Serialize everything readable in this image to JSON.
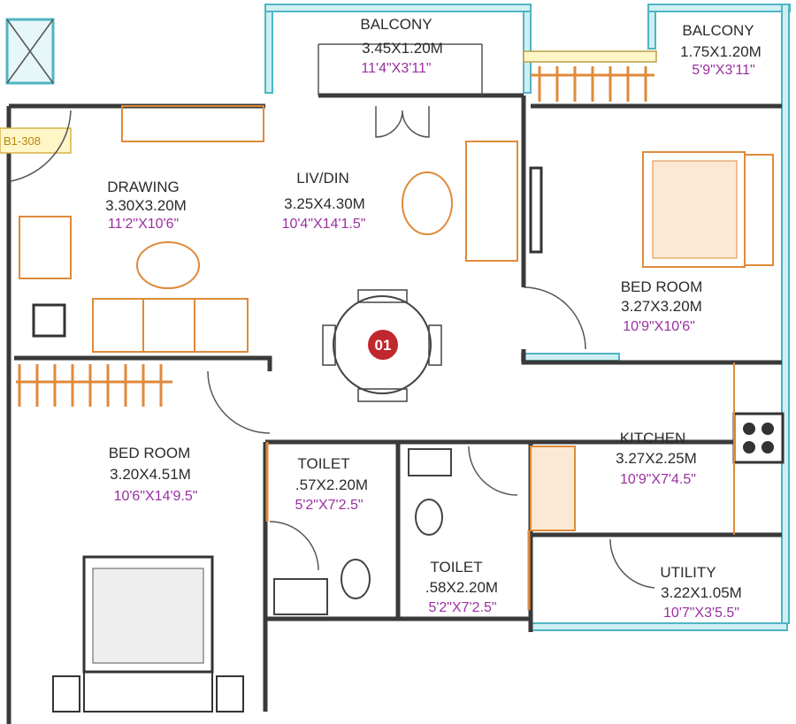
{
  "plan": {
    "unit_tag": "B1-308",
    "unit_number": "01",
    "rooms": [
      {
        "key": "balcony1",
        "name": "BALCONY",
        "metric": "3.45X1.20M",
        "imperial": "11'4\"X3'11\""
      },
      {
        "key": "balcony2",
        "name": "BALCONY",
        "metric": "1.75X1.20M",
        "imperial": "5'9\"X3'11\""
      },
      {
        "key": "drawing",
        "name": "DRAWING",
        "metric": "3.30X3.20M",
        "imperial": "11'2\"X10'6\""
      },
      {
        "key": "livdin",
        "name": "LIV/DIN",
        "metric": "3.25X4.30M",
        "imperial": "10'4\"X14'1.5\""
      },
      {
        "key": "bed1",
        "name": "BED ROOM",
        "metric": "3.27X3.20M",
        "imperial": "10'9\"X10'6\""
      },
      {
        "key": "bed2",
        "name": "BED ROOM",
        "metric": "3.20X4.51M",
        "imperial": "10'6\"X14'9.5\""
      },
      {
        "key": "toilet1",
        "name": "TOILET",
        "metric": ".57X2.20M",
        "imperial": "5'2\"X7'2.5\""
      },
      {
        "key": "toilet2",
        "name": "TOILET",
        "metric": ".58X2.20M",
        "imperial": "5'2\"X7'2.5\""
      },
      {
        "key": "kitchen",
        "name": "KITCHEN",
        "metric": "3.27X2.25M",
        "imperial": "10'9\"X7'4.5\""
      },
      {
        "key": "utility",
        "name": "UTILITY",
        "metric": "3.22X1.05M",
        "imperial": "10'7\"X3'5.5\""
      }
    ]
  },
  "colors": {
    "wall": "#3a3a3a",
    "glass": "#4fb5c2",
    "furniture": "#e08a3a",
    "dimension_text": "#9a2fa0",
    "badge": "#c0282d"
  }
}
